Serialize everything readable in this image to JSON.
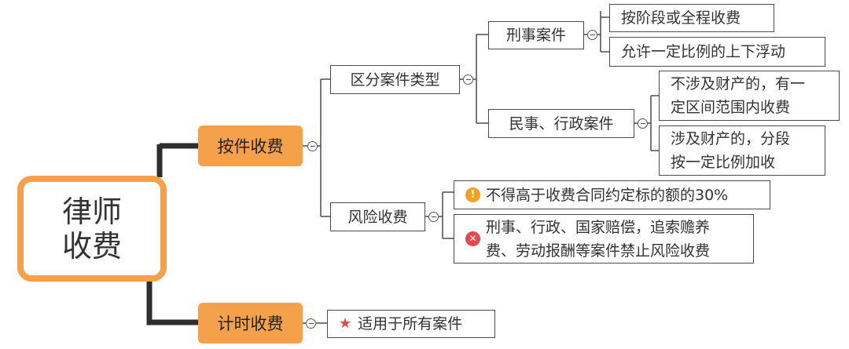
{
  "root": {
    "label": "律师\n收费"
  },
  "per_case": {
    "label": "按件收费",
    "case_type": {
      "label": "区分案件类型",
      "criminal": {
        "label": "刑事案件",
        "items": [
          "按阶段或全程收费",
          "允许一定比例的上下浮动"
        ]
      },
      "civil_admin": {
        "label": "民事、行政案件",
        "items": [
          "不涉及财产的，有一\n定区间范围内收费",
          "涉及财产的，分段\n按一定比例加收"
        ]
      }
    },
    "risk": {
      "label": "风险收费",
      "items": [
        {
          "icon": "warning-icon",
          "text": "不得高于收费合同约定标的额的30%"
        },
        {
          "icon": "error-icon",
          "text": "刑事、行政、国家赔偿，追索赡养\n费、劳动报酬等案件禁止风险收费"
        }
      ]
    }
  },
  "hourly": {
    "label": "计时收费",
    "items": [
      {
        "icon": "star-icon",
        "text": "适用于所有案件"
      }
    ]
  },
  "colors": {
    "accent": "#f5a04a",
    "line": "#4d4d4d",
    "warn": "#f5a020",
    "error": "#e5484d"
  }
}
